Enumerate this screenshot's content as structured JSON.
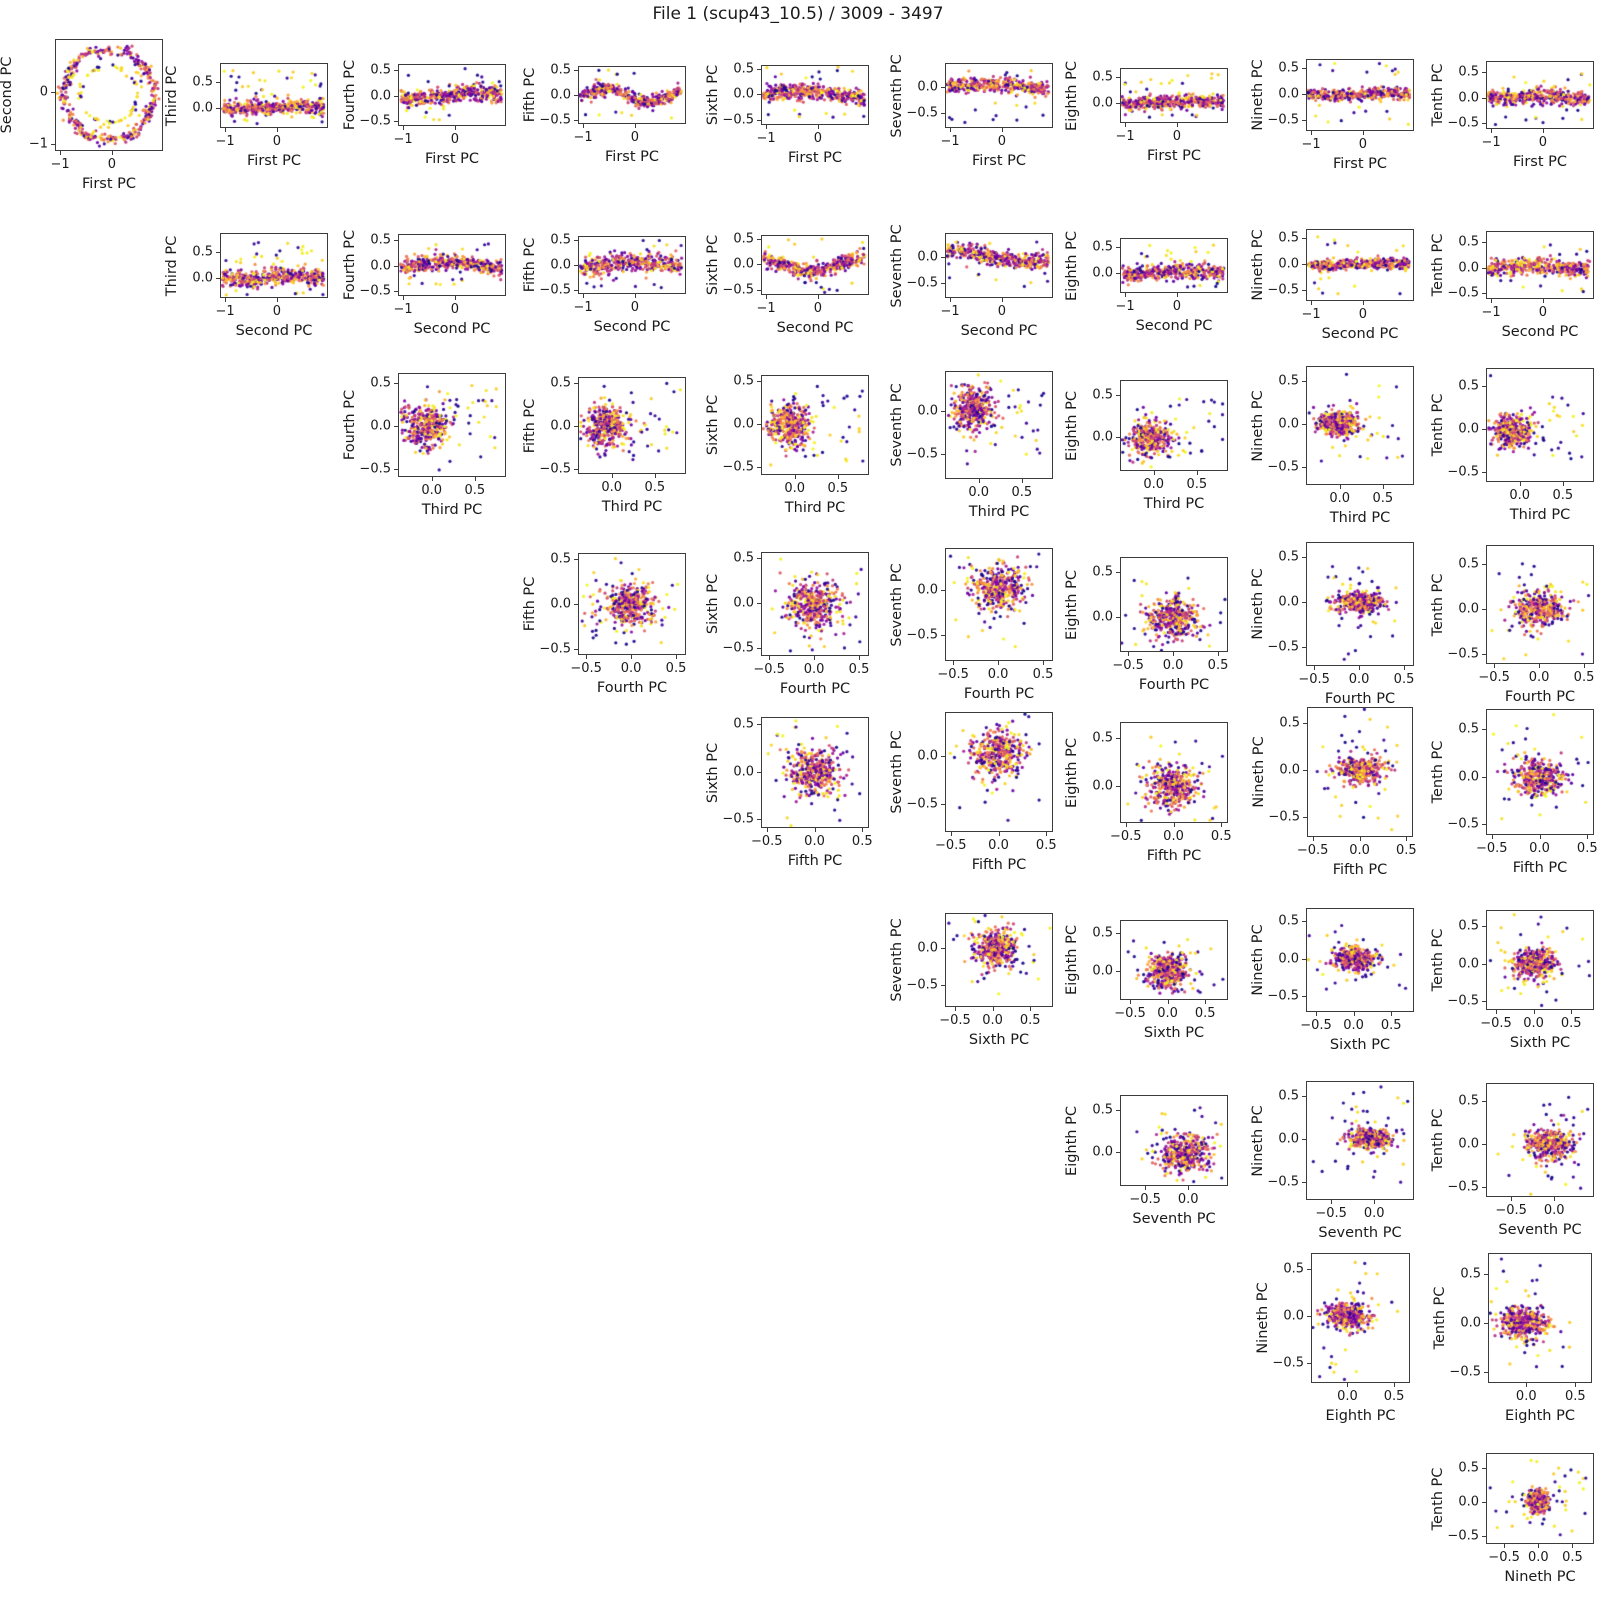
{
  "title": "File 1 (scup43_10.5) / 3009 - 3497",
  "figure": {
    "background": "#ffffff",
    "frame_color": "#3c3c3c",
    "text_color": "#1a1a1a"
  },
  "chart_data": {
    "type": "scatter",
    "layout": "pairwise upper-triangular scatter-plot matrix of 10 principal components, 9 columns by 9 rows, equal data aspect per panel",
    "grid": false,
    "legend": null,
    "point_color_scale": {
      "name": "plasma",
      "stops": [
        [
          0.0,
          "#0d0887"
        ],
        [
          0.1,
          "#41049d"
        ],
        [
          0.2,
          "#6a00a8"
        ],
        [
          0.3,
          "#8f0da4"
        ],
        [
          0.4,
          "#b12a90"
        ],
        [
          0.5,
          "#cc4778"
        ],
        [
          0.6,
          "#e16462"
        ],
        [
          0.7,
          "#f2844b"
        ],
        [
          0.8,
          "#fca636"
        ],
        [
          0.9,
          "#fcce25"
        ],
        [
          1.0,
          "#f0f921"
        ]
      ]
    },
    "pcs": [
      "First",
      "Second",
      "Third",
      "Fourth",
      "Fifth",
      "Sixth",
      "Seventh",
      "Eighth",
      "Nineth",
      "Tenth"
    ],
    "axes": {
      "First": {
        "label": "First PC",
        "lim": [
          -1.08,
          0.97
        ],
        "ticks": [
          -1,
          0
        ],
        "tick_labels": [
          "−1",
          "0"
        ]
      },
      "Second": {
        "label": "Second PC",
        "lim": [
          -1.08,
          0.97
        ],
        "ticks": [
          -1,
          0
        ],
        "tick_labels": [
          "−1",
          "0"
        ]
      },
      "Second_y": {
        "label": "Second PC",
        "lim": [
          -1.12,
          1.0
        ],
        "ticks": [
          0,
          -1
        ],
        "tick_labels": [
          "0",
          "−1"
        ]
      },
      "Third": {
        "label": "Third PC",
        "lim": [
          -0.38,
          0.85
        ],
        "ticks": [
          0,
          0.5
        ],
        "tick_labels": [
          "0.0",
          "0.5"
        ]
      },
      "Fourth": {
        "label": "Fourth PC",
        "lim": [
          -0.58,
          0.6
        ],
        "ticks": [
          -0.5,
          0,
          0.5
        ],
        "tick_labels": [
          "−0.5",
          "0.0",
          "0.5"
        ]
      },
      "Fifth": {
        "label": "Fifth PC",
        "lim": [
          -0.55,
          0.56
        ],
        "ticks": [
          -0.5,
          0,
          0.5
        ],
        "tick_labels": [
          "−0.5",
          "0.0",
          "0.5"
        ]
      },
      "Sixth": {
        "label": "Sixth PC",
        "lim": [
          -0.58,
          0.56
        ],
        "ticks": [
          -0.5,
          0,
          0.5
        ],
        "tick_labels": [
          "−0.5",
          "0.0",
          "0.5"
        ]
      },
      "Sixth_x": {
        "label": "Sixth PC",
        "lim": [
          -0.62,
          0.79
        ],
        "ticks": [
          -0.5,
          0,
          0.5
        ],
        "tick_labels": [
          "−0.5",
          "0.0",
          "0.5"
        ]
      },
      "Seventh": {
        "label": "Seventh PC",
        "lim": [
          -0.78,
          0.45
        ],
        "ticks": [
          -0.5,
          0
        ],
        "tick_labels": [
          "−0.5",
          "0.0"
        ]
      },
      "Eighth": {
        "label": "Eighth PC",
        "lim": [
          -0.38,
          0.66
        ],
        "ticks": [
          0,
          0.5
        ],
        "tick_labels": [
          "0.0",
          "0.5"
        ]
      },
      "Nineth": {
        "label": "Nineth PC",
        "lim": [
          -0.7,
          0.66
        ],
        "ticks": [
          -0.5,
          0,
          0.5
        ],
        "tick_labels": [
          "−0.5",
          "0.0",
          "0.5"
        ]
      },
      "Nineth_x": {
        "label": "Nineth PC",
        "lim": [
          -0.75,
          0.8
        ],
        "ticks": [
          -0.5,
          0,
          0.5
        ],
        "tick_labels": [
          "−0.5",
          "0.0",
          "0.5"
        ]
      },
      "Tenth": {
        "label": "Tenth PC",
        "lim": [
          -0.6,
          0.7
        ],
        "ticks": [
          -0.5,
          0,
          0.5
        ],
        "tick_labels": [
          "−0.5",
          "0.0",
          "0.5"
        ]
      }
    },
    "x_axis_overrides": {
      "Sixth": "Sixth_x",
      "Nineth": "Nineth_x"
    },
    "y_axis_overrides": {
      "Second": "Second_y"
    },
    "plots": [
      {
        "x": "First",
        "y": "Second",
        "gen": {
          "t": "ring",
          "n": 400,
          "r": 0.87,
          "sd": 0.05,
          "cx": -0.06,
          "cy": -0.05,
          "ir": 0.55,
          "irn": 60
        }
      },
      {
        "x": "First",
        "y": "Third",
        "gen": {
          "t": "band",
          "n": 400,
          "sig": 0.075,
          "amp": 0.025,
          "f": 3.1,
          "ph": 0.7,
          "up": [
            26,
            0.25,
            0.72
          ],
          "dn": [
            6,
            -0.32,
            -0.18
          ]
        }
      },
      {
        "x": "First",
        "y": "Fourth",
        "gen": {
          "t": "band",
          "n": 400,
          "sig": 0.08,
          "amp": 0.06,
          "f": 2.6,
          "ph": 0.4,
          "up": [
            9,
            0.2,
            0.55
          ],
          "dn": [
            9,
            -0.52,
            -0.22
          ]
        }
      },
      {
        "x": "First",
        "y": "Fifth",
        "gen": {
          "t": "band",
          "n": 400,
          "sig": 0.065,
          "amp": 0.13,
          "f": 3.7,
          "ph": 3.7,
          "up": [
            5,
            0.3,
            0.5
          ],
          "dn": [
            6,
            -0.5,
            -0.3
          ]
        }
      },
      {
        "x": "First",
        "y": "Sixth",
        "gen": {
          "t": "band",
          "n": 400,
          "sig": 0.08,
          "amp": 0.07,
          "f": 2.2,
          "ph": 2.4,
          "up": [
            8,
            0.25,
            0.55
          ],
          "dn": [
            8,
            -0.55,
            -0.3
          ]
        }
      },
      {
        "x": "First",
        "y": "Seventh",
        "gen": {
          "t": "band",
          "n": 400,
          "sig": 0.07,
          "amp": 0.05,
          "f": 2.0,
          "ph": 2.4,
          "up": [
            4,
            0.2,
            0.38
          ],
          "dn": [
            12,
            -0.7,
            -0.3
          ]
        }
      },
      {
        "x": "First",
        "y": "Eighth",
        "gen": {
          "t": "band",
          "n": 400,
          "sig": 0.07,
          "amp": 0.03,
          "f": 2.5,
          "ph": 1.0,
          "up": [
            16,
            0.18,
            0.6
          ],
          "dn": [
            6,
            -0.3,
            -0.18
          ],
          "uYel": 1
        }
      },
      {
        "x": "First",
        "y": "Nineth",
        "gen": {
          "t": "band",
          "n": 400,
          "sig": 0.055,
          "amp": 0.02,
          "f": 3.0,
          "ph": 0.0,
          "up": [
            10,
            0.2,
            0.6
          ],
          "dn": [
            10,
            -0.62,
            -0.2
          ]
        }
      },
      {
        "x": "First",
        "y": "Tenth",
        "gen": {
          "t": "band",
          "n": 400,
          "sig": 0.075,
          "amp": 0.02,
          "f": 3.0,
          "ph": 1.5,
          "up": [
            8,
            0.2,
            0.55
          ],
          "dn": [
            10,
            -0.55,
            -0.2
          ]
        }
      },
      {
        "x": "Second",
        "y": "Third",
        "gen": {
          "t": "band",
          "n": 400,
          "sig": 0.08,
          "amp": 0.03,
          "f": 2.8,
          "ph": 0.3,
          "up": [
            22,
            0.25,
            0.7
          ],
          "dn": [
            8,
            -0.35,
            -0.2
          ]
        }
      },
      {
        "x": "Second",
        "y": "Fourth",
        "gen": {
          "t": "band",
          "n": 400,
          "sig": 0.08,
          "amp": 0.1,
          "f": 2.0,
          "ph": 1.8,
          "c": -0.02,
          "up": [
            5,
            0.3,
            0.45
          ],
          "dn": [
            9,
            -0.52,
            -0.25
          ]
        }
      },
      {
        "x": "Second",
        "y": "Fifth",
        "gen": {
          "t": "band",
          "n": 400,
          "sig": 0.09,
          "amp": 0.05,
          "f": 2.4,
          "ph": 1.2,
          "up": [
            6,
            0.3,
            0.5
          ],
          "dn": [
            6,
            -0.45,
            -0.3
          ]
        }
      },
      {
        "x": "Second",
        "y": "Sixth",
        "gen": {
          "t": "band",
          "n": 400,
          "sig": 0.07,
          "cos": 1,
          "amp": -0.12,
          "f": 2.9,
          "ph": 0.4,
          "up": [
            6,
            0.3,
            0.55
          ],
          "dn": [
            8,
            -0.55,
            -0.35
          ]
        }
      },
      {
        "x": "Second",
        "y": "Seventh",
        "gen": {
          "t": "band",
          "n": 400,
          "sig": 0.075,
          "cos": 1,
          "amp": 0.1,
          "f": 2.3,
          "ph": 2.0,
          "dn": [
            8,
            -0.6,
            -0.3
          ],
          "up": [
            4,
            0.2,
            0.35
          ]
        }
      },
      {
        "x": "Second",
        "y": "Eighth",
        "gen": {
          "t": "band",
          "n": 400,
          "sig": 0.07,
          "amp": 0.03,
          "f": 2.2,
          "ph": 0.8,
          "up": [
            14,
            0.2,
            0.55
          ],
          "dn": [
            5,
            -0.3,
            -0.2
          ],
          "uYel": 1
        }
      },
      {
        "x": "Second",
        "y": "Nineth",
        "gen": {
          "t": "band",
          "n": 400,
          "sig": 0.055,
          "amp": 0.02,
          "f": 3.0,
          "ph": 0.5,
          "up": [
            8,
            0.2,
            0.55
          ],
          "dn": [
            8,
            -0.6,
            -0.25
          ]
        }
      },
      {
        "x": "Second",
        "y": "Tenth",
        "gen": {
          "t": "band",
          "n": 400,
          "sig": 0.08,
          "amp": 0.03,
          "f": 2.6,
          "ph": 2.0,
          "up": [
            6,
            0.25,
            0.5
          ],
          "dn": [
            8,
            -0.5,
            -0.22
          ]
        }
      },
      {
        "x": "Third",
        "y": "Fourth",
        "gen": {
          "t": "blob",
          "n": 360,
          "cx": -0.07,
          "cy": 0.0,
          "sx": 0.13,
          "sy": 0.12,
          "o": 18,
          "tr": [
            26,
            0.15,
            0.8,
            -0.45,
            0.5
          ]
        }
      },
      {
        "x": "Third",
        "y": "Fifth",
        "gen": {
          "t": "blob",
          "n": 360,
          "cx": -0.07,
          "cy": 0.0,
          "sx": 0.13,
          "sy": 0.12,
          "o": 16,
          "tr": [
            24,
            0.12,
            0.8,
            -0.4,
            0.5
          ]
        }
      },
      {
        "x": "Third",
        "y": "Sixth",
        "gen": {
          "t": "blob",
          "n": 360,
          "cx": -0.07,
          "cy": -0.02,
          "sx": 0.13,
          "sy": 0.12,
          "o": 16,
          "tr": [
            24,
            0.12,
            0.8,
            -0.45,
            0.45
          ]
        }
      },
      {
        "x": "Third",
        "y": "Seventh",
        "gen": {
          "t": "blob",
          "n": 360,
          "cx": -0.06,
          "cy": 0.03,
          "sx": 0.12,
          "sy": 0.13,
          "o": 14,
          "tr": [
            26,
            0.1,
            0.8,
            -0.55,
            0.3
          ]
        }
      },
      {
        "x": "Third",
        "y": "Eighth",
        "gen": {
          "t": "blob",
          "n": 360,
          "cx": -0.05,
          "cy": -0.01,
          "sx": 0.12,
          "sy": 0.1,
          "o": 14,
          "tr": [
            26,
            0.1,
            0.8,
            -0.25,
            0.55
          ]
        }
      },
      {
        "x": "Third",
        "y": "Nineth",
        "gen": {
          "t": "blob",
          "n": 360,
          "cx": -0.02,
          "cy": 0.0,
          "sx": 0.12,
          "sy": 0.07,
          "o": 16,
          "tr": [
            18,
            0.12,
            0.75,
            -0.45,
            0.45
          ]
        }
      },
      {
        "x": "Third",
        "y": "Tenth",
        "gen": {
          "t": "blob",
          "n": 360,
          "cx": -0.08,
          "cy": -0.02,
          "sx": 0.12,
          "sy": 0.1,
          "o": 16,
          "tr": [
            22,
            0.1,
            0.78,
            -0.35,
            0.4
          ]
        }
      },
      {
        "x": "Fourth",
        "y": "Fifth",
        "gen": {
          "t": "blob",
          "n": 360,
          "cx": 0.0,
          "cy": 0.0,
          "sx": 0.15,
          "sy": 0.12,
          "o": 46
        }
      },
      {
        "x": "Fourth",
        "y": "Sixth",
        "gen": {
          "t": "blob",
          "n": 360,
          "cx": 0.0,
          "cy": -0.01,
          "sx": 0.15,
          "sy": 0.13,
          "o": 50
        }
      },
      {
        "x": "Fourth",
        "y": "Seventh",
        "gen": {
          "t": "blob",
          "n": 360,
          "cx": 0.0,
          "cy": 0.02,
          "sx": 0.14,
          "sy": 0.12,
          "o": 44
        }
      },
      {
        "x": "Fourth",
        "y": "Eighth",
        "gen": {
          "t": "blob",
          "n": 360,
          "cx": 0.0,
          "cy": -0.02,
          "sx": 0.14,
          "sy": 0.11,
          "o": 46
        }
      },
      {
        "x": "Fourth",
        "y": "Nineth",
        "gen": {
          "t": "blob",
          "n": 360,
          "cx": 0.0,
          "cy": 0.0,
          "sx": 0.14,
          "sy": 0.06,
          "o": 40
        }
      },
      {
        "x": "Fourth",
        "y": "Tenth",
        "gen": {
          "t": "blob",
          "n": 360,
          "cx": 0.0,
          "cy": 0.0,
          "sx": 0.14,
          "sy": 0.1,
          "o": 44
        }
      },
      {
        "x": "Fifth",
        "y": "Sixth",
        "gen": {
          "t": "blob",
          "n": 360,
          "cx": 0.0,
          "cy": 0.0,
          "sx": 0.14,
          "sy": 0.12,
          "o": 48
        }
      },
      {
        "x": "Fifth",
        "y": "Seventh",
        "gen": {
          "t": "blob",
          "n": 360,
          "cx": -0.02,
          "cy": 0.02,
          "sx": 0.14,
          "sy": 0.12,
          "o": 40
        }
      },
      {
        "x": "Fifth",
        "y": "Eighth",
        "gen": {
          "t": "blob",
          "n": 360,
          "cx": 0.0,
          "cy": 0.0,
          "sx": 0.13,
          "sy": 0.11,
          "o": 44
        }
      },
      {
        "x": "Fifth",
        "y": "Nineth",
        "gen": {
          "t": "blob",
          "n": 360,
          "cx": 0.0,
          "cy": 0.0,
          "sx": 0.13,
          "sy": 0.07,
          "o": 40
        }
      },
      {
        "x": "Fifth",
        "y": "Tenth",
        "gen": {
          "t": "blob",
          "n": 360,
          "cx": 0.0,
          "cy": 0.0,
          "sx": 0.13,
          "sy": 0.1,
          "o": 46
        }
      },
      {
        "x": "Sixth",
        "y": "Seventh",
        "gen": {
          "t": "blob",
          "n": 360,
          "cx": 0.02,
          "cy": 0.0,
          "sx": 0.14,
          "sy": 0.12,
          "o": 46
        }
      },
      {
        "x": "Sixth",
        "y": "Eighth",
        "gen": {
          "t": "blob",
          "n": 360,
          "cx": 0.0,
          "cy": -0.01,
          "sx": 0.13,
          "sy": 0.11,
          "o": 44
        }
      },
      {
        "x": "Sixth",
        "y": "Nineth",
        "gen": {
          "t": "blob",
          "n": 360,
          "cx": 0.02,
          "cy": 0.0,
          "sx": 0.13,
          "sy": 0.07,
          "o": 40
        }
      },
      {
        "x": "Sixth",
        "y": "Tenth",
        "gen": {
          "t": "blob",
          "n": 360,
          "cx": 0.0,
          "cy": 0.0,
          "sx": 0.13,
          "sy": 0.1,
          "o": 42
        }
      },
      {
        "x": "Seventh",
        "y": "Eighth",
        "gen": {
          "t": "blob",
          "n": 360,
          "cx": -0.03,
          "cy": -0.01,
          "sx": 0.15,
          "sy": 0.11,
          "o": 48
        }
      },
      {
        "x": "Seventh",
        "y": "Nineth",
        "gen": {
          "t": "blob",
          "n": 360,
          "cx": -0.05,
          "cy": 0.0,
          "sx": 0.13,
          "sy": 0.06,
          "o": 40
        }
      },
      {
        "x": "Seventh",
        "y": "Tenth",
        "gen": {
          "t": "blob",
          "n": 360,
          "cx": -0.05,
          "cy": 0.0,
          "sx": 0.13,
          "sy": 0.09,
          "o": 44
        }
      },
      {
        "x": "Eighth",
        "y": "Nineth",
        "gen": {
          "t": "blob",
          "n": 360,
          "cx": 0.0,
          "cy": 0.0,
          "sx": 0.11,
          "sy": 0.07,
          "o": 44
        }
      },
      {
        "x": "Eighth",
        "y": "Tenth",
        "gen": {
          "t": "blob",
          "n": 360,
          "cx": -0.02,
          "cy": 0.0,
          "sx": 0.12,
          "sy": 0.08,
          "o": 48
        }
      },
      {
        "x": "Nineth",
        "y": "Tenth",
        "gen": {
          "t": "blob",
          "n": 360,
          "cx": 0.0,
          "cy": 0.01,
          "sx": 0.08,
          "sy": 0.08,
          "o": 50
        }
      }
    ]
  }
}
